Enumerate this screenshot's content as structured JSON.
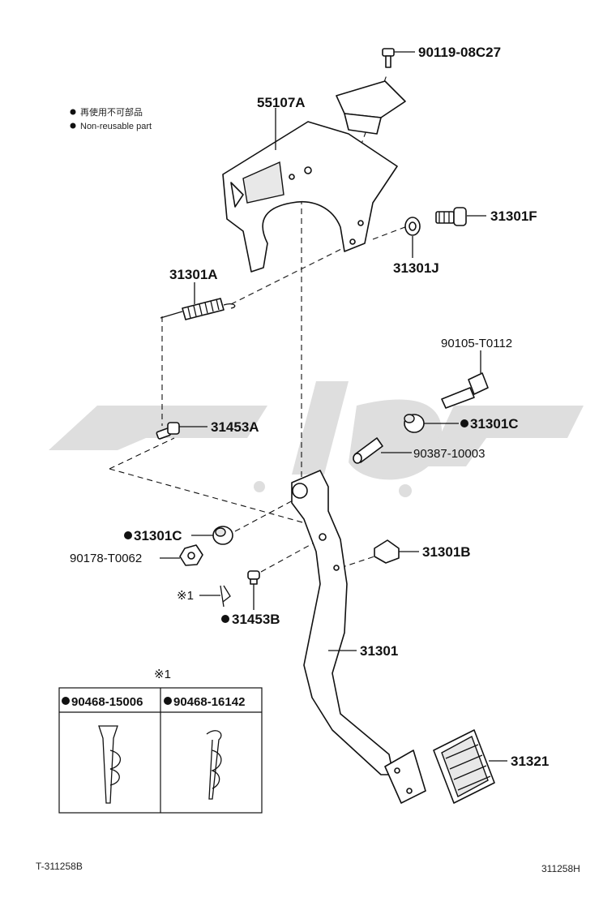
{
  "legend": {
    "jp": "再使用不可部品",
    "en": "Non-reusable part"
  },
  "watermark": "ﻛﻴﻮﻣﻰ",
  "callouts": {
    "bolt_top": "90119-08C27",
    "bracket": "55107A",
    "stopper_f": "31301F",
    "bushing_j": "31301J",
    "spring": "31301A",
    "bolt_right": "90105-T0112",
    "pin_a": "31453A",
    "bushing_c_right": "31301C",
    "collar": "90387-10003",
    "bushing_c_left": "31301C",
    "nut": "90178-T0062",
    "stopper_b": "31301B",
    "clip_mark": "※1",
    "pin_b": "31453B",
    "pedal": "31301",
    "pad": "31321"
  },
  "clip_table": {
    "ref": "※1",
    "col1": "90468-15006",
    "col2": "90468-16142"
  },
  "footer": {
    "left_code": "T-311258B",
    "right_code": "311258H"
  }
}
